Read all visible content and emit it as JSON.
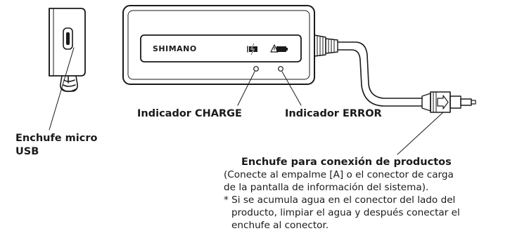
{
  "product": {
    "brand_logo": "SHIMANO"
  },
  "labels": {
    "charge_indicator": "Indicador CHARGE",
    "error_indicator": "Indicador ERROR",
    "micro_usb_line1": "Enchufe micro",
    "micro_usb_line2": "USB",
    "product_plug_title": "Enchufe para conexión de productos",
    "product_plug_desc_line1": "(Conecte al empalme [A] o el conector de carga",
    "product_plug_desc_line2": "de la pantalla de información del sistema).",
    "note_line1": "* Si se acumula agua en el conector del lado del",
    "note_line2": "producto, limpiar el agua y después conectar el",
    "note_line3": "enchufe al conector."
  },
  "icons": {
    "charge": "lightning-bolt-icon",
    "error": "warning-battery-icon",
    "arrow": "direction-arrow-icon"
  },
  "colors": {
    "line": "#1a1a1a",
    "background": "#ffffff"
  }
}
